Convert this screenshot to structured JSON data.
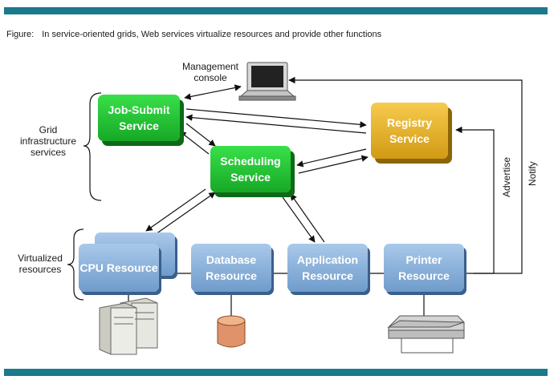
{
  "caption": {
    "label": "Figure:",
    "text": "In service-oriented grids, Web services virtualize resources and provide other functions"
  },
  "labels": {
    "management_console": "Management console",
    "grid_services": "Grid infrastructure services",
    "virtualized_resources": "Virtualized resources",
    "advertise": "Advertise",
    "notify": "Notify"
  },
  "services": {
    "job_submit": "Job-Submit Service",
    "scheduling": "Scheduling Service",
    "registry": "Registry Service"
  },
  "resources": {
    "cpu": "CPU Resource",
    "database": "Database Resource",
    "application": "Application Resource",
    "printer": "Printer Resource"
  },
  "colors": {
    "accent_bar": "#1a7a8c",
    "service_green": "#21c232",
    "registry_gold": "#e2b12c",
    "resource_blue": "#8ab2dc"
  }
}
